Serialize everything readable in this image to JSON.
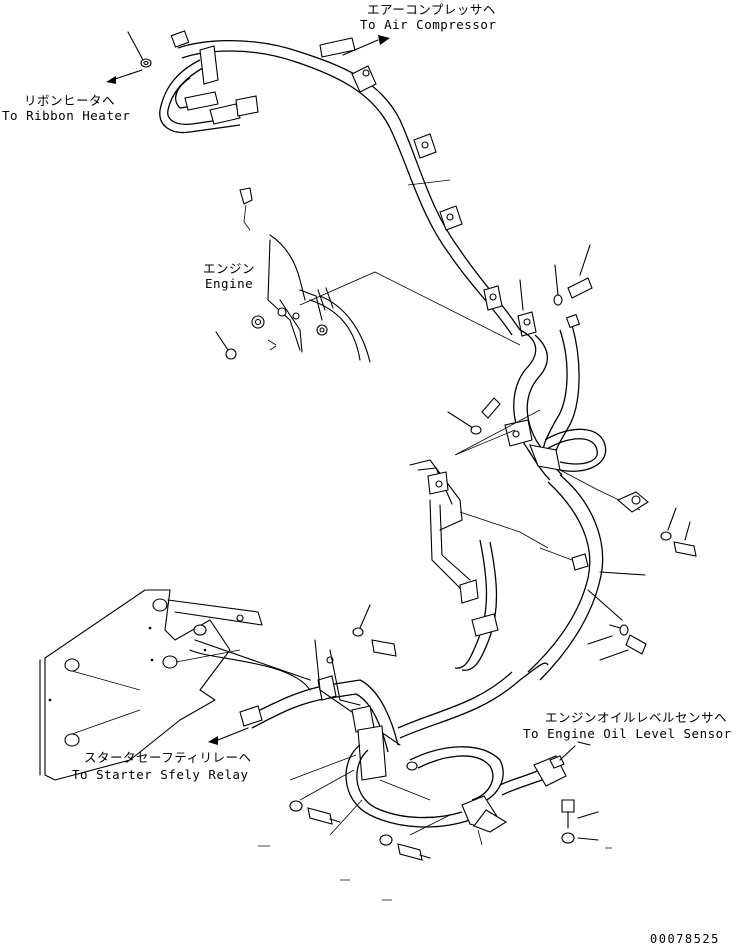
{
  "labels": {
    "air_compressor_jp": "エアーコンプレッサヘ",
    "air_compressor_en": "To Air Compressor",
    "ribbon_heater_jp": "リボンヒータヘ",
    "ribbon_heater_en": "To Ribbon Heater",
    "engine_jp": "エンジン",
    "engine_en": "Engine",
    "starter_relay_jp": "スタータセーフティリレーヘ",
    "starter_relay_en": "To Starter Sfely Relay",
    "oil_sensor_jp": "エンジンオイルレベルセンサヘ",
    "oil_sensor_en": "To Engine Oil Level Sensor"
  },
  "drawing_number": "00078525"
}
